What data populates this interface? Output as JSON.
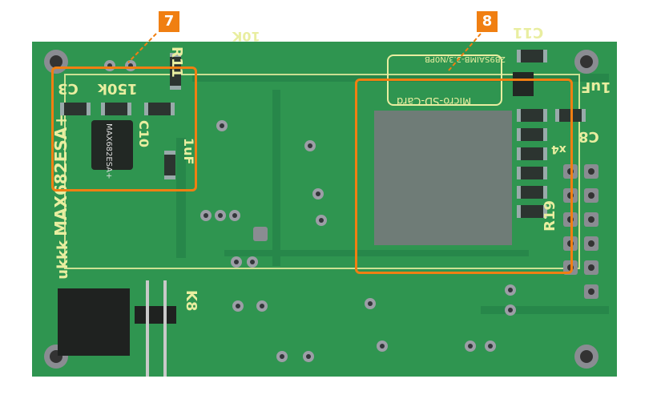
{
  "callouts": [
    {
      "number": "7"
    },
    {
      "number": "8"
    }
  ],
  "silkscreen": {
    "r11": "R11",
    "r_10k": "10K",
    "r_150k": "150k",
    "c3": "C3",
    "u_max": "MAX682ESA+",
    "chip": "MAX682ESA+",
    "c10": "C10",
    "c10_val": "1uF",
    "sd": "Micro-SD-Card",
    "sd_part": "2B9SAIMB-3.3/N0PB",
    "c11": "C11",
    "c11_val": "1uF",
    "c8": "C8",
    "x4": "x4",
    "r19": "R19",
    "k8": "K8",
    "ukkk": "ukkk"
  },
  "colors": {
    "board": "#2f9550",
    "silk": "#e9eea0",
    "callout": "#f07f12"
  }
}
